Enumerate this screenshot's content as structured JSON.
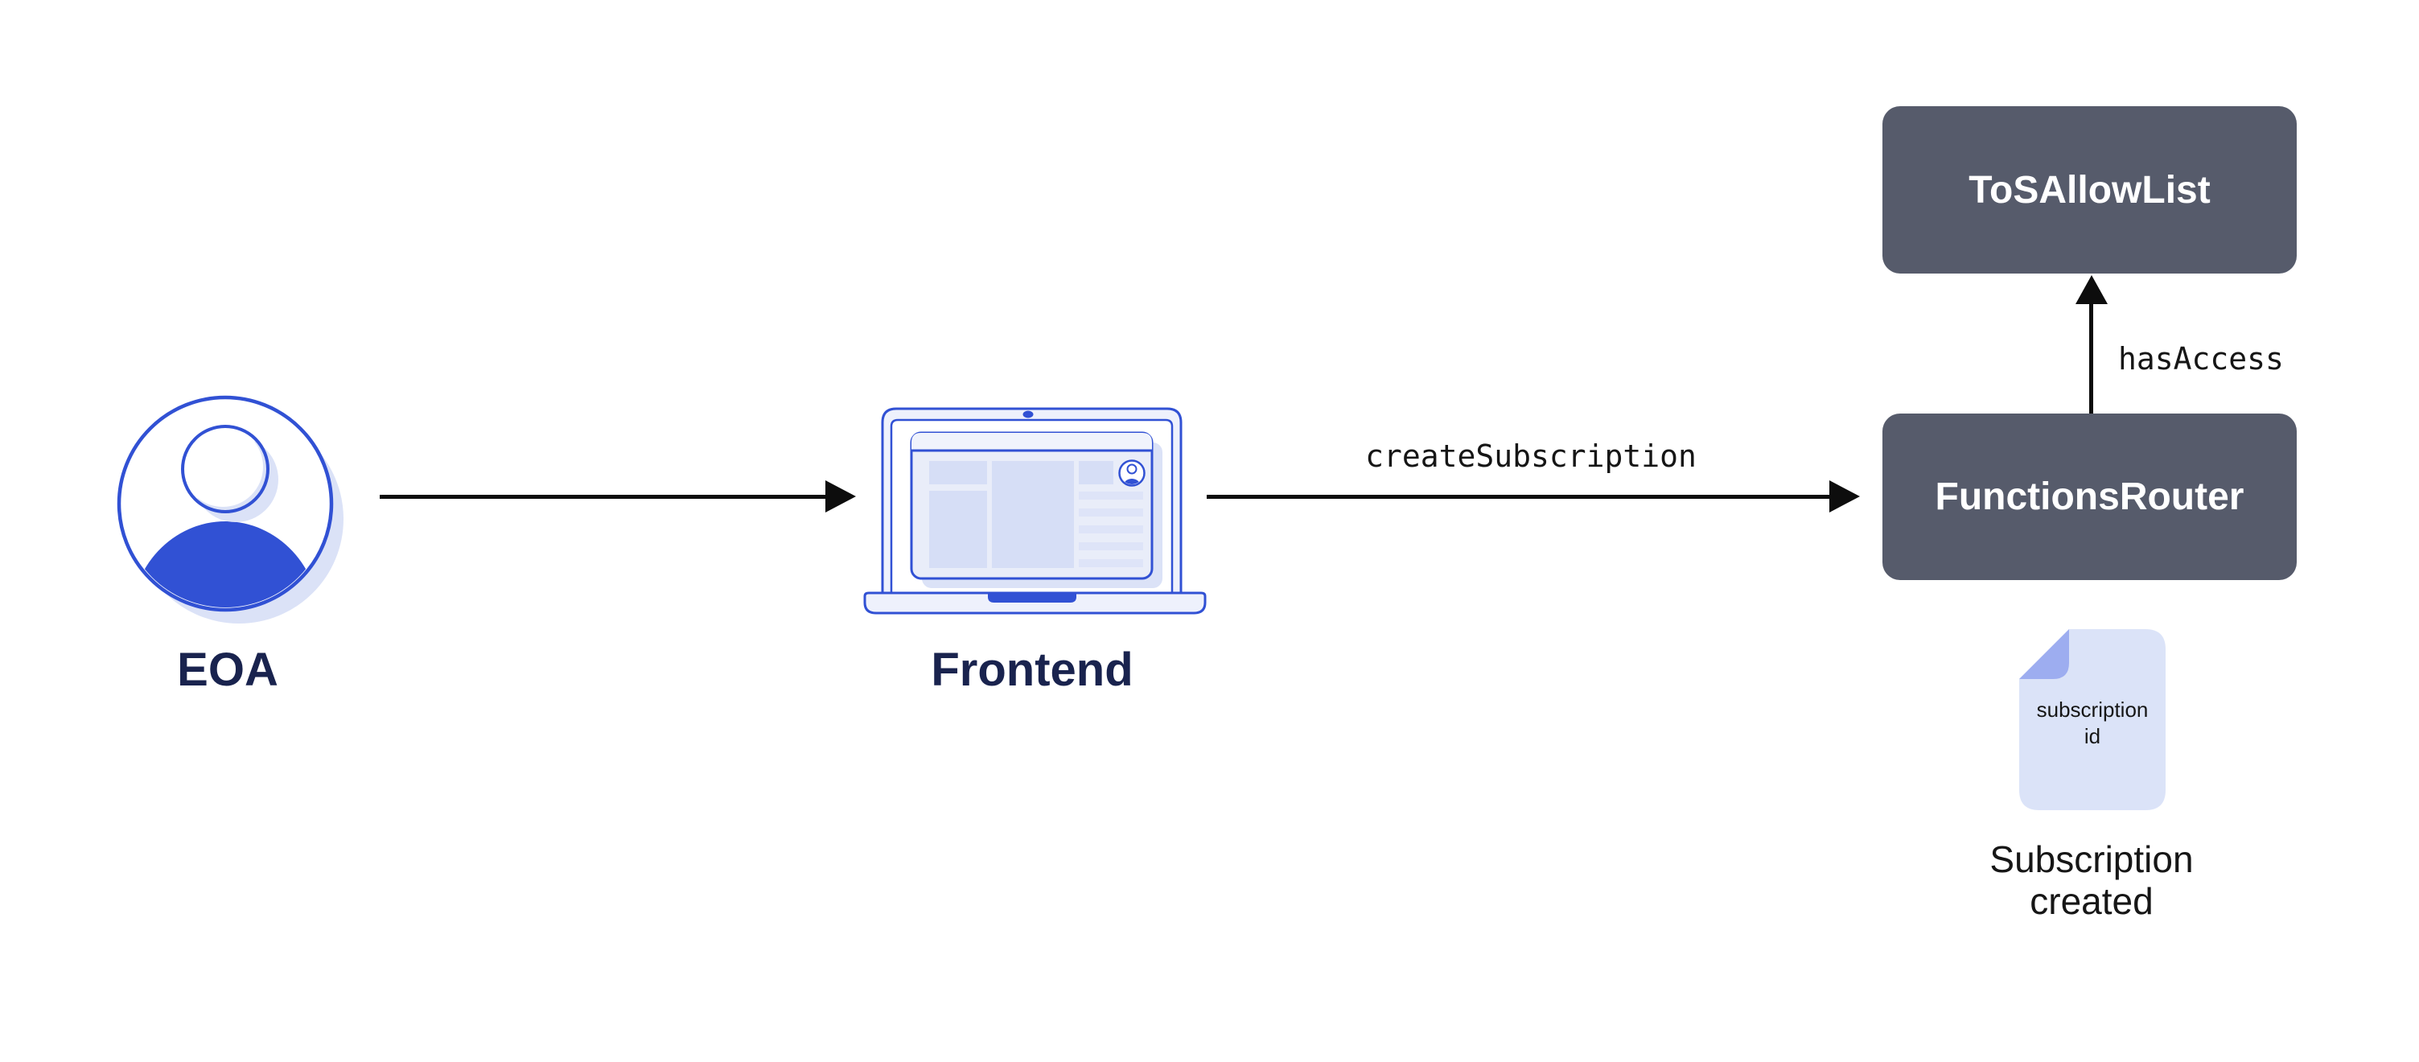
{
  "colors": {
    "accent": "#3151d4",
    "light": "#dbe2f7",
    "panel": "#eef1fc",
    "window": "#e9edf9",
    "window-header": "#f0f3fc",
    "block": "#d6def6",
    "row": "#dee4f8",
    "box": "#565b6b",
    "box-text": "#ffffff",
    "label": "#19234e",
    "text": "#161616",
    "arrow": "#0d0d0d",
    "doc-fill": "#dbe3f8",
    "doc-fold": "#9dadf0",
    "background": "#ffffff"
  },
  "nodes": {
    "eoa": {
      "label": "EOA"
    },
    "frontend": {
      "label": "Frontend"
    },
    "tos_allow_list": {
      "label": "ToSAllowList"
    },
    "functions_router": {
      "label": "FunctionsRouter"
    },
    "subscription_doc": {
      "text": "subscription\nid",
      "caption": "Subscription\ncreated"
    }
  },
  "edges": {
    "eoa_to_frontend": {
      "label": ""
    },
    "frontend_to_router": {
      "label": "createSubscription"
    },
    "router_to_tos": {
      "label": "hasAccess"
    }
  }
}
